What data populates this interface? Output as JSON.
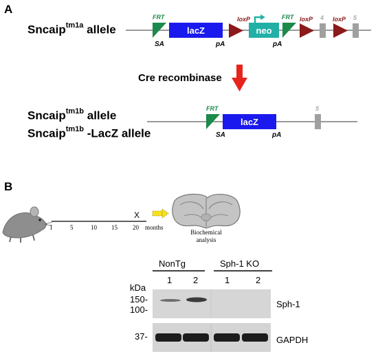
{
  "panel_a": {
    "letter": "A",
    "allele_tm1a": {
      "base": "Sncaip",
      "sup": "tm1a",
      "suffix": " allele"
    },
    "step_label": "Cre recombinase",
    "allele_tm1b": {
      "base": "Sncaip",
      "sup": "tm1b",
      "suffix": " allele"
    },
    "allele_tm1b_lacz": {
      "base": "Sncaip",
      "sup": "tm1b",
      "suffix": " -LacZ allele"
    },
    "construct_top": {
      "frt1": "FRT",
      "sa": "SA",
      "lacz": "lacZ",
      "pa1": "pA",
      "loxp1": "loxP",
      "neo": "neo",
      "pa2": "pA",
      "frt2": "FRT",
      "loxp2": "loxP",
      "loxp3": "loxP",
      "exon4": "4",
      "exon5": "5"
    },
    "construct_bottom": {
      "frt": "FRT",
      "sa": "SA",
      "lacz": "lacZ",
      "pa": "pA",
      "exon5": "5"
    },
    "colors": {
      "frt": "#1b8a4a",
      "lacz": "#1a1aee",
      "loxp": "#8b1a1a",
      "neo": "#22b0a6",
      "exon": "#a0a0a0",
      "arrow": "#e8231b",
      "line": "#999999"
    }
  },
  "panel_b": {
    "letter": "B",
    "timeline_ticks": [
      "1",
      "5",
      "10",
      "15",
      "20"
    ],
    "timeline_unit": "months",
    "timeline_marker": "X",
    "analysis_label_line1": "Biochemical",
    "analysis_label_line2": "analysis",
    "groups": [
      "NonTg",
      "Sph-1 KO"
    ],
    "lane_labels": [
      "1",
      "2",
      "1",
      "2"
    ],
    "kda_label": "kDa",
    "mw_markers_top": [
      "150-",
      "100-"
    ],
    "mw_marker_bottom": "37-",
    "blot_labels": [
      "Sph-1",
      "GAPDH"
    ]
  }
}
